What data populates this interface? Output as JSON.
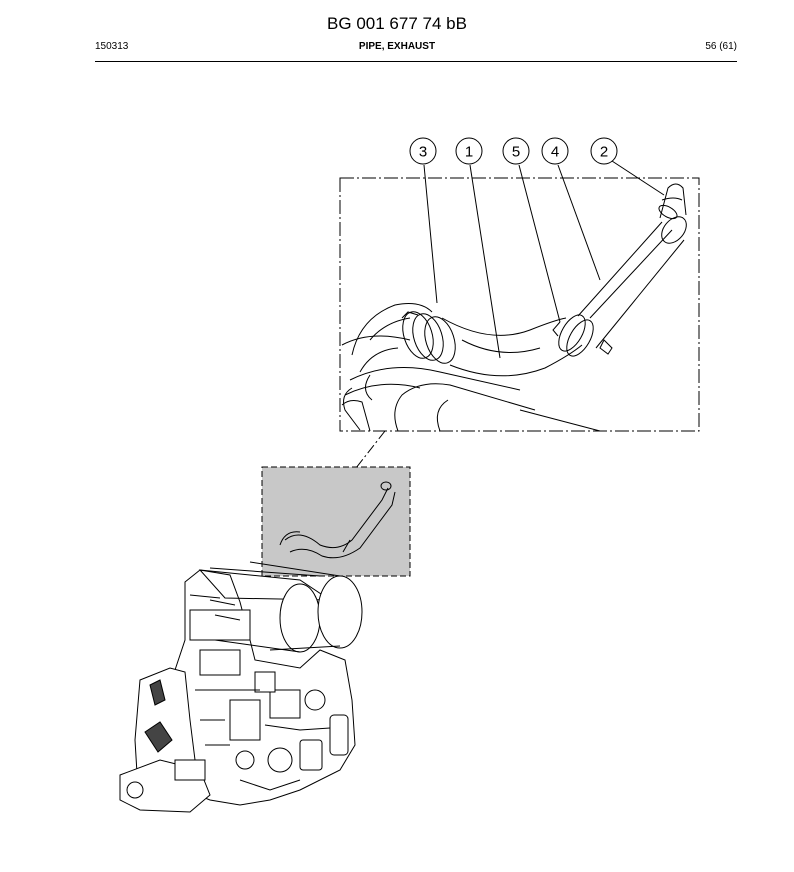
{
  "document": {
    "title": "BG 001 677 74 bB",
    "code": "150313",
    "section": "PIPE, EXHAUST",
    "page": "56 (61)"
  },
  "callouts": [
    "3",
    "1",
    "5",
    "4",
    "2"
  ]
}
